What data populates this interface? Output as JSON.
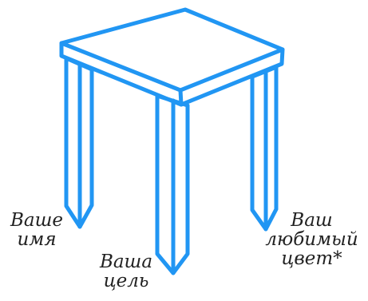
{
  "colors": {
    "stroke": "#2196f3",
    "text": "#222222"
  },
  "labels": {
    "name": [
      "Ваше",
      "имя"
    ],
    "goal": [
      "Ваша",
      "цель"
    ],
    "color": [
      "Ваш",
      "любимый",
      "цвет*"
    ]
  }
}
